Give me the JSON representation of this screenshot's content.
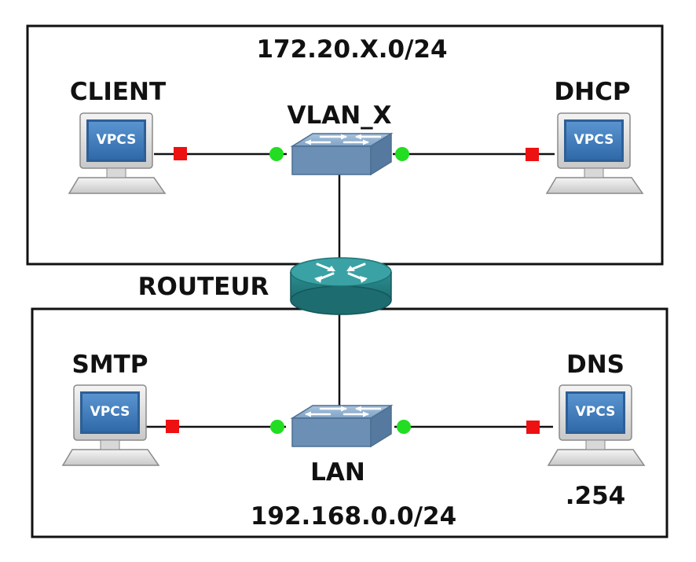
{
  "zones": {
    "top": {
      "subnet": "172.20.X.0/24"
    },
    "bottom": {
      "subnet": "192.168.0.0/24"
    }
  },
  "devices": {
    "client": {
      "label": "CLIENT",
      "screen": "VPCS"
    },
    "dhcp": {
      "label": "DHCP",
      "screen": "VPCS"
    },
    "smtp": {
      "label": "SMTP",
      "screen": "VPCS"
    },
    "dns": {
      "label": "DNS",
      "screen": "VPCS",
      "address": ".254"
    },
    "switch_top": {
      "label": "VLAN_X"
    },
    "switch_bottom": {
      "label": "LAN"
    },
    "router": {
      "label": "ROUTEUR"
    }
  },
  "link_status": {
    "up_color": "#22dd22",
    "down_color": "#ee1111"
  },
  "colors": {
    "pc_screen": "#3f7fc0",
    "switch": "#6f94b8",
    "router": "#2a8a8c"
  }
}
